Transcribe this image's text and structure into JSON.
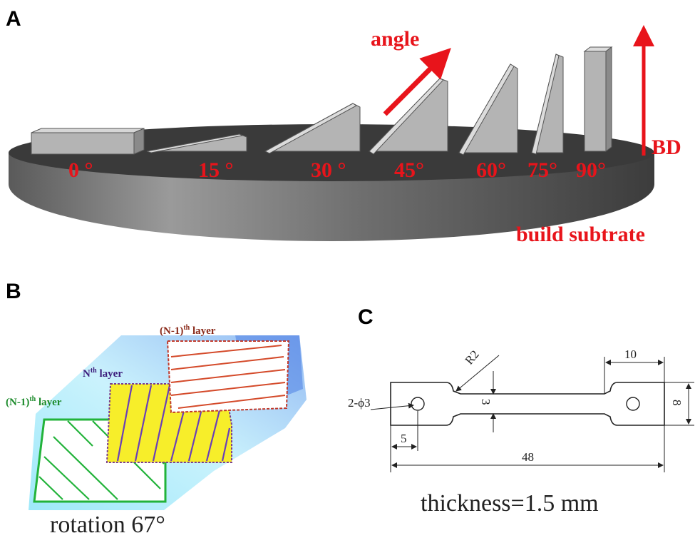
{
  "panels": {
    "a": "A",
    "b": "B",
    "c": "C"
  },
  "panel_a": {
    "angles": [
      "0 °",
      "15 °",
      "30 °",
      "45°",
      "60°",
      "75°",
      "90°"
    ],
    "angle_arrow_label": "angle",
    "bd_label": "BD",
    "substrate_label": "build subtrate",
    "colors": {
      "red": "#e8141b",
      "disc": "#3a3a3a",
      "sample": "#b4b4b4"
    }
  },
  "panel_b": {
    "top_label": {
      "base": "(N-1)",
      "sup": "th",
      "rest": " layer"
    },
    "mid_label": {
      "base": "N",
      "sup": "th",
      "rest": " layer"
    },
    "left_label": {
      "base": "(N-1)",
      "sup": "th",
      "rest": " layer"
    },
    "rotation_caption": "rotation 67°"
  },
  "panel_c": {
    "radius": "R2",
    "holes": "2-ϕ3",
    "neck_width": "3",
    "grip_length": "10",
    "grip_width": "8",
    "hole_offset": "5",
    "total_length": "48",
    "thickness_caption": "thickness=1.5 mm"
  }
}
